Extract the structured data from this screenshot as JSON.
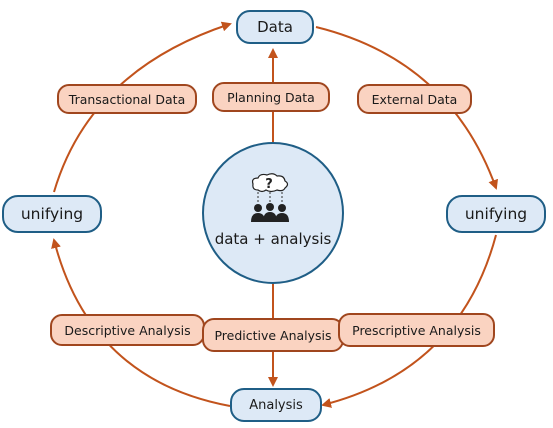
{
  "nodes": {
    "data": "Data",
    "unifying_left": "unifying",
    "unifying_right": "unifying",
    "analysis": "Analysis",
    "center": "data + analysis"
  },
  "sources": {
    "transactional": "Transactional Data",
    "planning": "Planning Data",
    "external": "External Data"
  },
  "analyses": {
    "descriptive": "Descriptive Analysis",
    "predictive": "Predictive Analysis",
    "prescriptive": "Prescriptive Analysis"
  },
  "icon": {
    "glyph": "?",
    "name": "people-question-icon"
  },
  "colors": {
    "node_fill": "#dde9f6",
    "node_border": "#1f5e86",
    "label_fill": "#fad3c1",
    "label_border": "#a0461e",
    "arrow": "#c2531c"
  }
}
